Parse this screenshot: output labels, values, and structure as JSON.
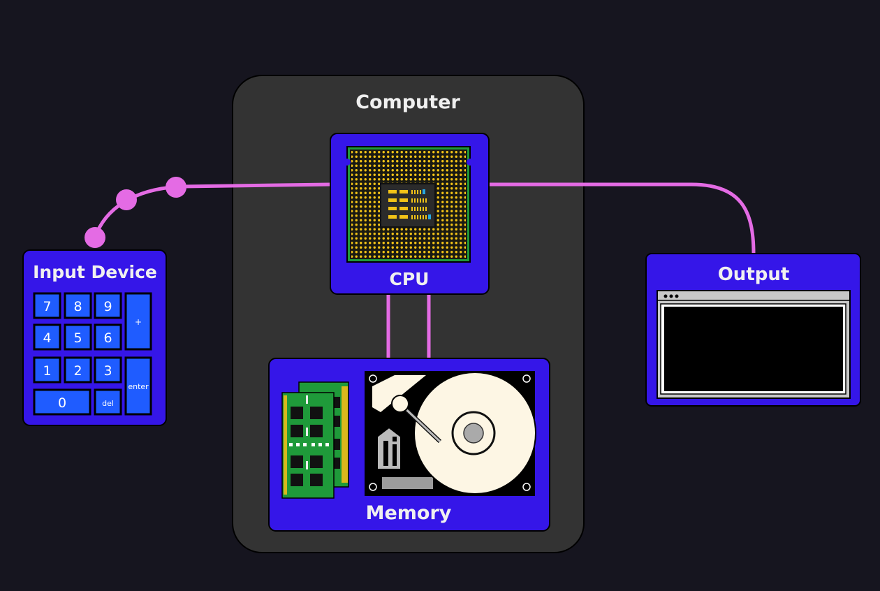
{
  "computer": {
    "title": "Computer"
  },
  "input_device": {
    "title": "Input Device",
    "keys": [
      {
        "label": "7"
      },
      {
        "label": "8"
      },
      {
        "label": "9"
      },
      {
        "label": "+"
      },
      {
        "label": "4"
      },
      {
        "label": "5"
      },
      {
        "label": "6"
      },
      {
        "label": "1"
      },
      {
        "label": "2"
      },
      {
        "label": "3"
      },
      {
        "label": "enter"
      },
      {
        "label": "0"
      },
      {
        "label": "del"
      }
    ]
  },
  "cpu": {
    "title": "CPU"
  },
  "memory": {
    "title": "Memory"
  },
  "output": {
    "title": "Output"
  },
  "colors": {
    "background": "#16151f",
    "computer_panel": "#333333",
    "component_fill": "#3516e8",
    "key_fill": "#1f5cff",
    "wire": "#e46be4",
    "chip_gold": "#f3c317",
    "pcb_green": "#1f9a3a"
  }
}
